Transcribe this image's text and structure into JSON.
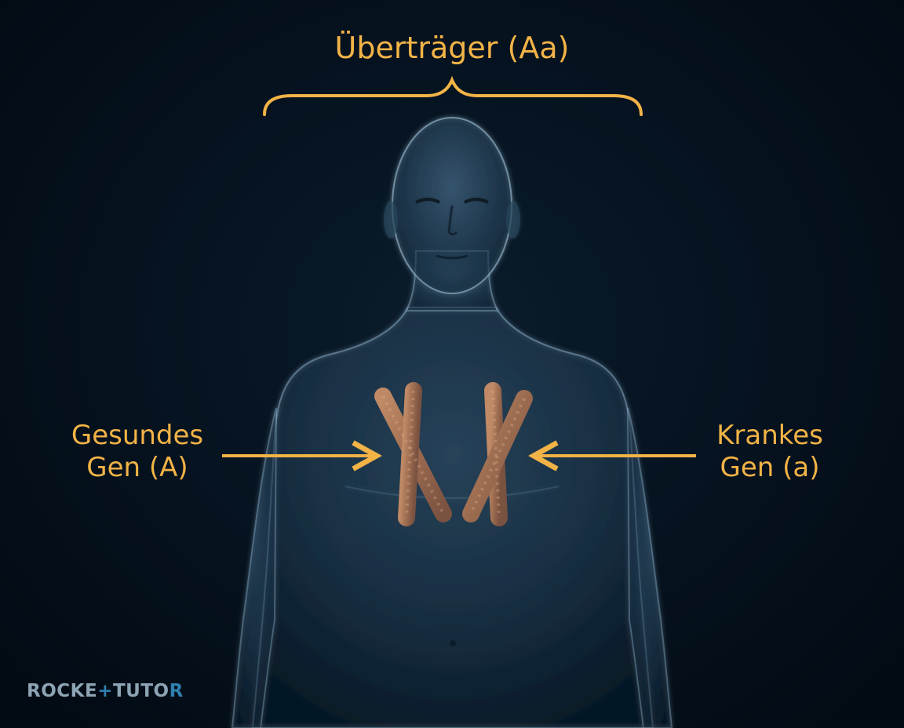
{
  "diagram": {
    "title": "Überträger (Aa)",
    "left_label_line1": "Gesundes",
    "left_label_line2": "Gen (A)",
    "right_label_line1": "Krankes",
    "right_label_line2": "Gen (a)"
  },
  "logo": {
    "part1": "ROCKE",
    "part2": "+",
    "part3": "TUTO",
    "part4": "R"
  },
  "colors": {
    "background": "#05101a",
    "accent": "#f2b347",
    "body": "#8fb2cc",
    "chromosome": "#b07a58",
    "logo": "#8da4b4"
  }
}
